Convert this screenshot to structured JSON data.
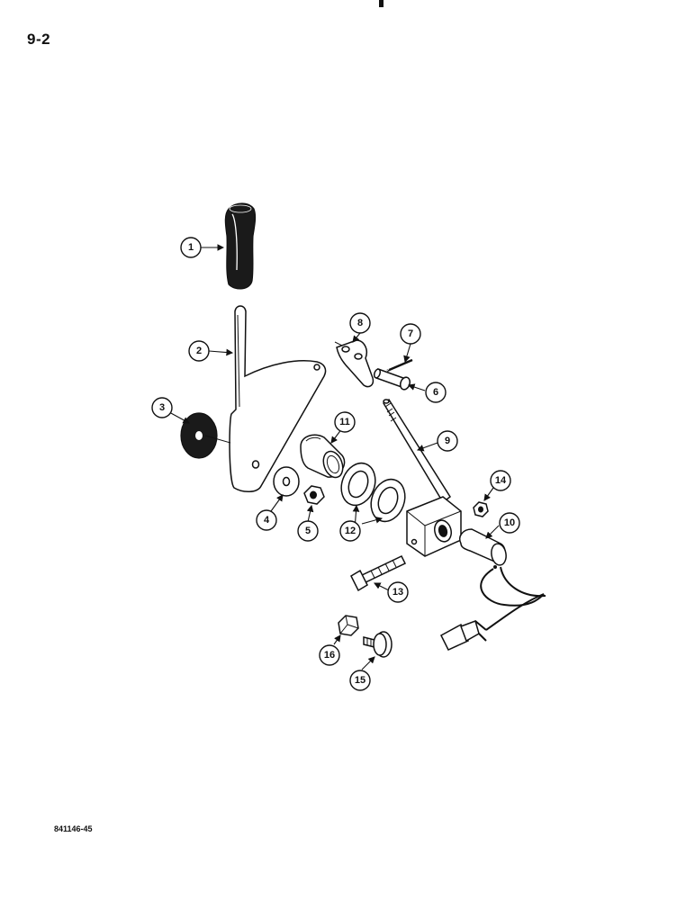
{
  "page": {
    "number": "9-2",
    "reference_code": "841146-45"
  },
  "callouts": [
    "1",
    "2",
    "3",
    "4",
    "5",
    "6",
    "7",
    "8",
    "9",
    "10",
    "11",
    "12",
    "13",
    "14",
    "15",
    "16"
  ]
}
